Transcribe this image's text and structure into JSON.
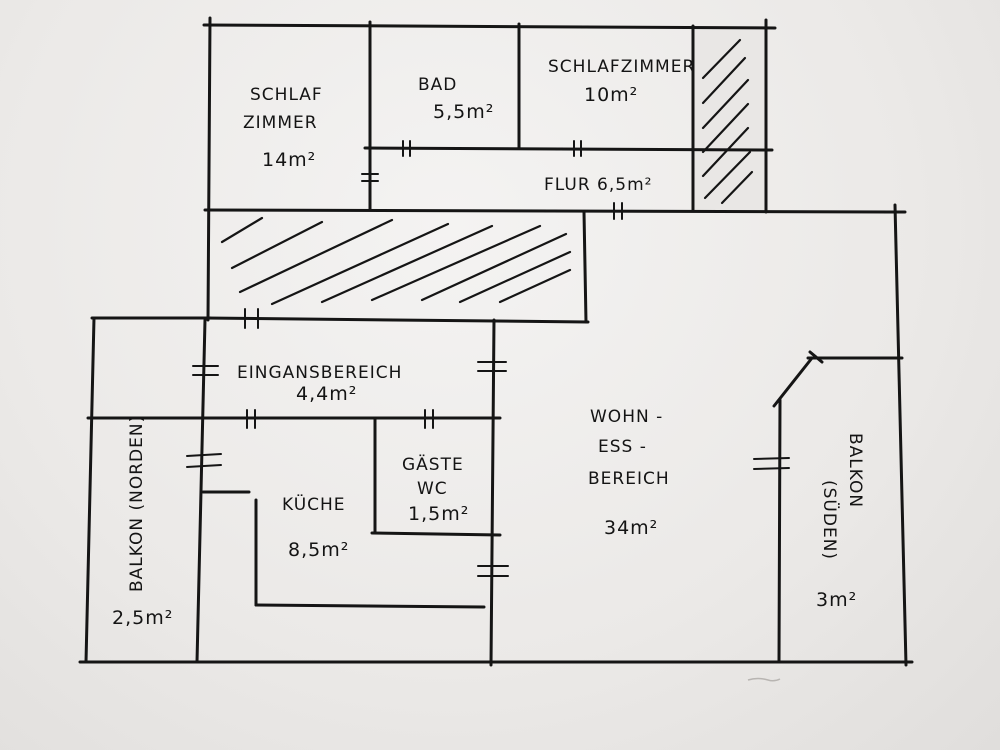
{
  "rooms": {
    "schlafzimmer_west": {
      "line1": "SCHLAF",
      "line2": "ZIMMER",
      "area": "14m²"
    },
    "bad": {
      "name": "BAD",
      "area": "5,5m²"
    },
    "schlafzimmer_ost": {
      "name": "SCHLAFZIMMER",
      "area": "10m²"
    },
    "flur": {
      "label": "FLUR 6,5m²"
    },
    "eingang": {
      "name": "EINGANSBEREICH",
      "area": "4,4m²"
    },
    "gaeste_wc": {
      "line1": "GÄSTE",
      "line2": "WC",
      "area": "1,5m²"
    },
    "kueche": {
      "name": "KÜCHE",
      "area": "8,5m²"
    },
    "wohn": {
      "line1": "WOHN -",
      "line2": "ESS -",
      "line3": "BEREICH",
      "area": "34m²"
    },
    "balkon_nord": {
      "name": "BALKON (NORDEN)",
      "area": "2,5m²"
    },
    "balkon_sued": {
      "name": "BALKON",
      "sub": "(SÜDEN)",
      "area": "3m²"
    }
  }
}
